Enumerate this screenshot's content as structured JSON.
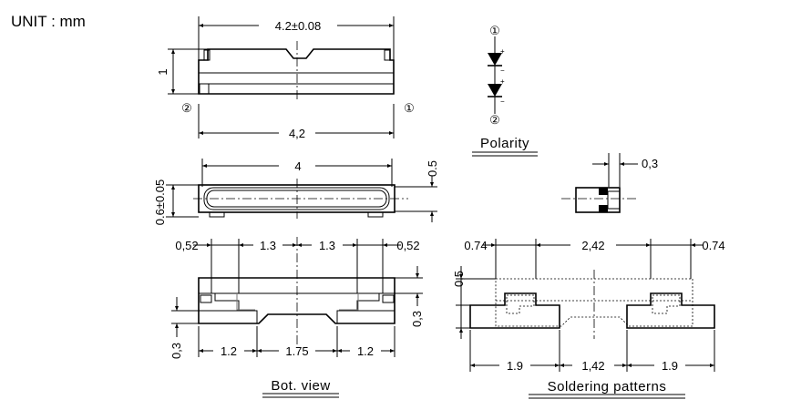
{
  "unit_label": "UNIT : mm",
  "top_view": {
    "width_tol": "4.2±0.08",
    "height": "1",
    "width": "4,2",
    "pin2": "②",
    "pin1": "①"
  },
  "polarity": {
    "pin1": "①",
    "pin2": "②",
    "plus": "+",
    "minus": "−",
    "caption": "Polarity"
  },
  "front_view": {
    "inner_width": "4",
    "height_tol": "0.6±0.05",
    "right_height": "0.5"
  },
  "side_view": {
    "width": "0,3"
  },
  "bottom_view": {
    "d_left": "0,52",
    "d_mid1": "1.3",
    "d_mid2": "1.3",
    "d_right": "0,52",
    "d_pad_left": "0,3",
    "d_pad_right": "0,3",
    "d_bot_left": "1.2",
    "d_bot_mid": "1.75",
    "d_bot_right": "1.2",
    "caption": "Bot. view"
  },
  "soldering": {
    "d_left": "0.74",
    "d_mid": "2,42",
    "d_right": "0.74",
    "d_height": "0,5",
    "d_bot_left": "1.9",
    "d_bot_mid": "1,42",
    "d_bot_right": "1.9",
    "caption": "Soldering patterns"
  }
}
